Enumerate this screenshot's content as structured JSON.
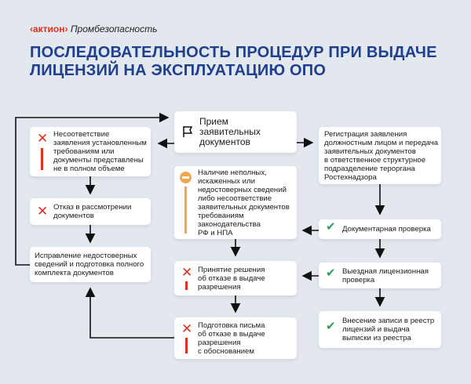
{
  "brand": {
    "logo": "‹актион›",
    "subtitle": "Промбезопасность"
  },
  "title": "ПОСЛЕДОВАТЕЛЬНОСТЬ ПРОЦЕДУР ПРИ ВЫДАЧЕ ЛИЦЕНЗИЙ НА ЭКСПЛУАТАЦИЮ ОПО",
  "steps": {
    "priem": "Прием\nзаявительных\nдокументов",
    "nesootv": "Несоответствие\nзаявления установленным\nтребованиям или\nдокументы представлены\nне в полном объеме",
    "otkaz": "Отказ в рассмотрении\nдокументов",
    "ispravlenie": "Исправление недостоверных\nсведений и подготовка полного\nкомплекта документов",
    "nalichie": "Наличие неполных,\nискаженных или\nнедостоверных сведений\nлибо несоответствие\nзаявительных документов\nтребованиям\nзаконодательства\nРФ и НПА",
    "registration": "Регистрация заявления\nдолжностным лицом и передача\nзаявительных документов\nв ответственное структурное\nподразделение терoргана\nРостехнадзора",
    "doc_check": "Документарная проверка",
    "vyezd": "Выездная лицензионная\nпроверка",
    "prinyatie": "Принятие решения\nоб отказе в выдаче\nразрешения",
    "podgotovka": "Подготовка письма\nоб отказе в выдаче\nразрешения\nс обоснованием",
    "vnesenie": "Внесение записи в реестр\nлицензий и выдача\nвыписки из реестра"
  },
  "colors": {
    "title": "#1f3f8f",
    "reject": "#e0301e",
    "ok": "#2a9d5c",
    "warn": "#f4a64a"
  }
}
